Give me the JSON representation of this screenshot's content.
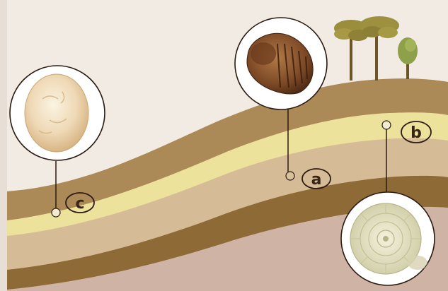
{
  "markers": [
    {
      "id": "a",
      "label": "a",
      "fossil": "trilobite"
    },
    {
      "id": "b",
      "label": "b",
      "fossil": "ammonite"
    },
    {
      "id": "c",
      "label": "c",
      "fossil": "dinosaur-egg"
    }
  ],
  "colors": {
    "sky": "#f1ebe4",
    "top_layer": "#ac8a58",
    "yellow_layer": "#ede29b",
    "tan_layer": "#d6bc96",
    "brown_layer": "#8e6a36",
    "bottom_layer": "#cfb4a5",
    "outline": "#2b1a10"
  }
}
